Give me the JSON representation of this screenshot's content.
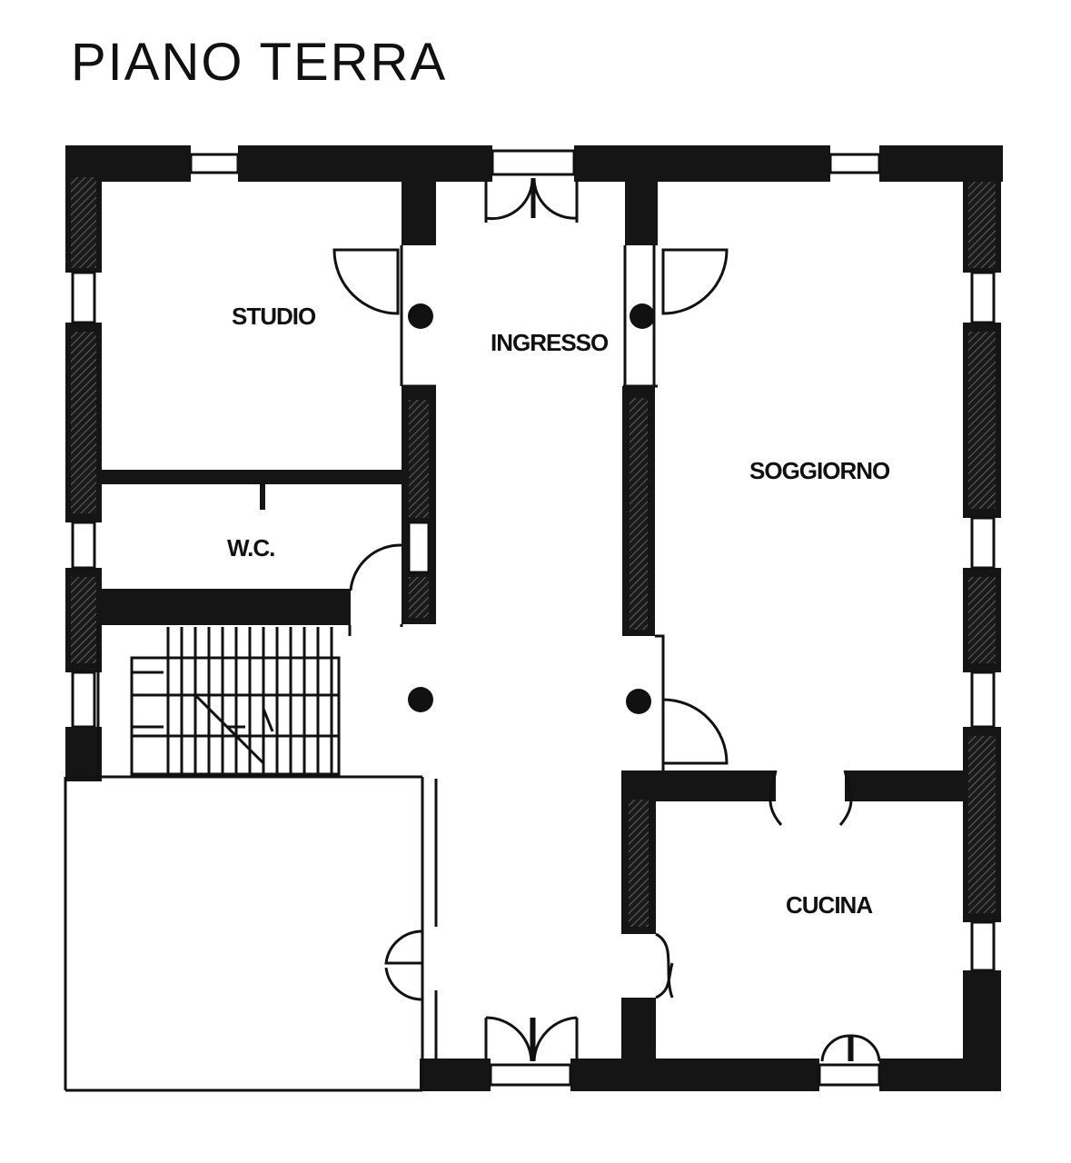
{
  "title": "PIANO TERRA",
  "rooms": {
    "studio": "STUDIO",
    "ingresso": "INGRESSO",
    "soggiorno": "SOGGIORNO",
    "wc": "W.C.",
    "cucina": "CUCINA"
  },
  "colors": {
    "wall": "#151515",
    "background": "#ffffff"
  }
}
